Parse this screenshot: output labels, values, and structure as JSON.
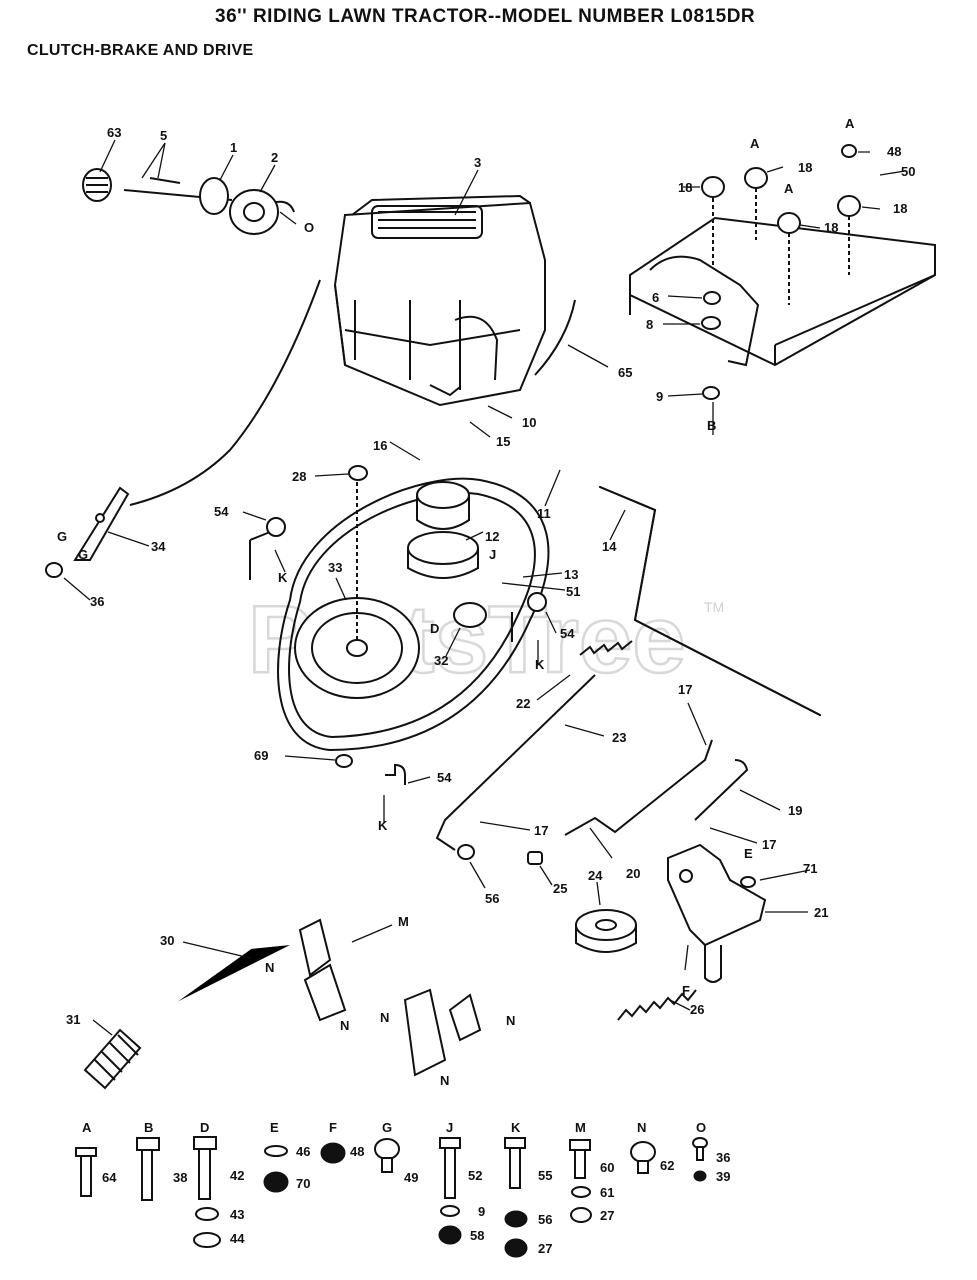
{
  "header": {
    "title": "36'' RIDING LAWN TRACTOR--MODEL NUMBER L0815DR",
    "subtitle": "CLUTCH-BRAKE AND DRIVE"
  },
  "watermark": {
    "text": "PartsTree",
    "tm": "TM"
  },
  "callouts": [
    {
      "id": "c63",
      "text": "63"
    },
    {
      "id": "c5",
      "text": "5"
    },
    {
      "id": "c1",
      "text": "1"
    },
    {
      "id": "c2",
      "text": "2"
    },
    {
      "id": "cO",
      "text": "O"
    },
    {
      "id": "c3",
      "text": "3"
    },
    {
      "id": "c18a",
      "text": "18"
    },
    {
      "id": "c18b",
      "text": "18"
    },
    {
      "id": "c18c",
      "text": "18"
    },
    {
      "id": "c18d",
      "text": "18"
    },
    {
      "id": "cA1",
      "text": "A"
    },
    {
      "id": "cA2",
      "text": "A"
    },
    {
      "id": "cA3",
      "text": "A"
    },
    {
      "id": "c48",
      "text": "48"
    },
    {
      "id": "c50",
      "text": "50"
    },
    {
      "id": "c6",
      "text": "6"
    },
    {
      "id": "c8",
      "text": "8"
    },
    {
      "id": "c9",
      "text": "9"
    },
    {
      "id": "cB",
      "text": "B"
    },
    {
      "id": "c65",
      "text": "65"
    },
    {
      "id": "c10",
      "text": "10"
    },
    {
      "id": "c15",
      "text": "15"
    },
    {
      "id": "c16",
      "text": "16"
    },
    {
      "id": "c28",
      "text": "28"
    },
    {
      "id": "c11",
      "text": "11"
    },
    {
      "id": "c14",
      "text": "14"
    },
    {
      "id": "c12",
      "text": "12"
    },
    {
      "id": "cJ",
      "text": "J"
    },
    {
      "id": "c13",
      "text": "13"
    },
    {
      "id": "c51",
      "text": "51"
    },
    {
      "id": "c54a",
      "text": "54"
    },
    {
      "id": "cK1",
      "text": "K"
    },
    {
      "id": "c33",
      "text": "33"
    },
    {
      "id": "c34",
      "text": "34"
    },
    {
      "id": "cG1",
      "text": "G"
    },
    {
      "id": "cG2",
      "text": "G"
    },
    {
      "id": "c36",
      "text": "36"
    },
    {
      "id": "cD",
      "text": "D"
    },
    {
      "id": "c32",
      "text": "32"
    },
    {
      "id": "c54b",
      "text": "54"
    },
    {
      "id": "cK2",
      "text": "K"
    },
    {
      "id": "c22",
      "text": "22"
    },
    {
      "id": "c23",
      "text": "23"
    },
    {
      "id": "c17a",
      "text": "17"
    },
    {
      "id": "c69",
      "text": "69"
    },
    {
      "id": "c54c",
      "text": "54"
    },
    {
      "id": "cK3",
      "text": "K"
    },
    {
      "id": "c19",
      "text": "19"
    },
    {
      "id": "c17b",
      "text": "17"
    },
    {
      "id": "c17c",
      "text": "17"
    },
    {
      "id": "cE",
      "text": "E"
    },
    {
      "id": "c71",
      "text": "71"
    },
    {
      "id": "c20",
      "text": "20"
    },
    {
      "id": "c56",
      "text": "56"
    },
    {
      "id": "c25",
      "text": "25"
    },
    {
      "id": "c24",
      "text": "24"
    },
    {
      "id": "c21",
      "text": "21"
    },
    {
      "id": "c30",
      "text": "30"
    },
    {
      "id": "cM",
      "text": "M"
    },
    {
      "id": "cN1",
      "text": "N"
    },
    {
      "id": "cN2",
      "text": "N"
    },
    {
      "id": "cN3",
      "text": "N"
    },
    {
      "id": "cN4",
      "text": "N"
    },
    {
      "id": "cN5",
      "text": "N"
    },
    {
      "id": "cF",
      "text": "F"
    },
    {
      "id": "c26",
      "text": "26"
    },
    {
      "id": "c31",
      "text": "31"
    }
  ],
  "hardware_legend": [
    {
      "letter": "A",
      "parts": [
        "64"
      ]
    },
    {
      "letter": "B",
      "parts": [
        "38"
      ]
    },
    {
      "letter": "D",
      "parts": [
        "42",
        "43",
        "44"
      ]
    },
    {
      "letter": "E",
      "parts": [
        "46",
        "70"
      ]
    },
    {
      "letter": "F",
      "parts": [
        "48"
      ]
    },
    {
      "letter": "G",
      "parts": [
        "49"
      ]
    },
    {
      "letter": "J",
      "parts": [
        "52",
        "9",
        "58"
      ]
    },
    {
      "letter": "K",
      "parts": [
        "55",
        "56",
        "27"
      ]
    },
    {
      "letter": "M",
      "parts": [
        "60",
        "61",
        "27"
      ]
    },
    {
      "letter": "N",
      "parts": [
        "62"
      ]
    },
    {
      "letter": "O",
      "parts": [
        "36",
        "39"
      ]
    }
  ]
}
